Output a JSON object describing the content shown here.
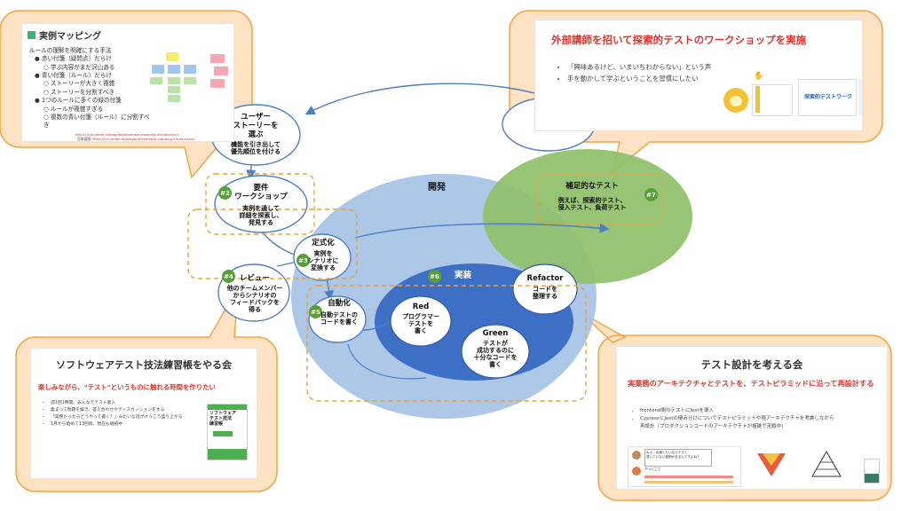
{
  "colors": {
    "dev_ellipse": "#a9c4e6",
    "impl_ellipse": "#3d6fc4",
    "supp_ellipse": "#8fbf6a",
    "badge": "#5a9e3a",
    "callout_fill": "#fde2c4",
    "callout_stroke": "#f2a447",
    "dashed": "#f0a030",
    "accent_red": "#e0342c"
  },
  "center": {
    "dev_title": "開発",
    "impl_title": "実装",
    "nodes": {
      "user_story": {
        "title": "ユーザー\nストーリーを\n選ぶ",
        "sub": "機能を引き出して\n優先順位を付ける"
      },
      "req_ws": {
        "badge": "#2",
        "title": "要件\nワークショップ",
        "sub": "実例を通して\n詳細を探索し、\n発見する"
      },
      "formalize": {
        "badge": "#3",
        "title": "定式化",
        "sub": "実例を\nシナリオに\n変換する"
      },
      "review": {
        "badge": "#4",
        "title": "レビュー",
        "sub": "他のチームメンバー\nからシナリオの\nフィードバックを\n得る"
      },
      "automate": {
        "badge": "#5",
        "title": "自動化",
        "sub": "自動テストの\nコードを書く"
      },
      "red": {
        "title": "Red",
        "sub": "プログラマー\nテストを\n書く"
      },
      "green": {
        "title": "Green",
        "sub": "テストが\n成功するのに\n十分なコードを\n書く"
      },
      "refactor": {
        "title": "Refactor",
        "sub": "コードを\n整理する"
      },
      "impl_badge": "#6",
      "supp": {
        "badge": "#7",
        "title": "補足的なテスト",
        "sub": "例えば、探索的テスト、\n侵入テスト、負荷テスト"
      }
    }
  },
  "callout_tl": {
    "title": "実例マッピング",
    "lines": [
      "ルールの理解を明確にする手法",
      "赤い付箋（疑問点）だらけ",
      "学ぶ内容がまだ沢山ある",
      "青い付箋（ルール）だらけ",
      "ストーリーが大きく複雑",
      "ストーリーを分割すべき",
      "1つのルールに多くの緑の付箋",
      "ルールが複雑すぎる",
      "複数の青い付箋（ルール）に分割すべき"
    ],
    "link1": "https://cucumber.io/blog/bdd/example-mapping-introduction/",
    "link2_label": "日本語版",
    "link2": "https://cucumber.io/blog/bdd/example-mapping-introduction/"
  },
  "callout_tr": {
    "title": "外部講師を招いて探索的テストのワークショップを実施",
    "bullets": [
      "「興味あるけど、いまいちわからない」という声",
      "手を動かして学ぶということを習慣にしたい"
    ],
    "thumb_title": "探索的テストワーク"
  },
  "callout_bl": {
    "title": "ソフトウェアテスト技法練習帳をやる会",
    "subtitle": "楽しみながら、\"テスト\"というものに触れる時間を作りたい",
    "bullets": [
      "週1回1時間、みんなでテスト素人",
      "集まって問題を解き、答え合わせやディスカッションをする",
      "「実務だったらどうやって書く？」みたいな話がけっこう盛り上がる",
      "1月から始めて13回目、現在も継続中"
    ],
    "book_title": "ソフトウェア\nテスト技法\n練習帳"
  },
  "callout_br": {
    "title": "テスト設計を考える会",
    "subtitle": "実業務のアーキテクチャとテストを、テストピラミッドに沿って再設計する",
    "bullets": [
      "frontend側のテストにJestを導入",
      "CypressとJestの棲み分けについてテストピラミッドや現アーキテクチャを考慮しながら\n再設計（プロダクションコードのアーキテクチャが複雑で苦戦中）"
    ],
    "chat1": "ねぇ、合格したいならテスト\n書いていない範囲があるんですよね？",
    "chat2": "やっとこと"
  }
}
